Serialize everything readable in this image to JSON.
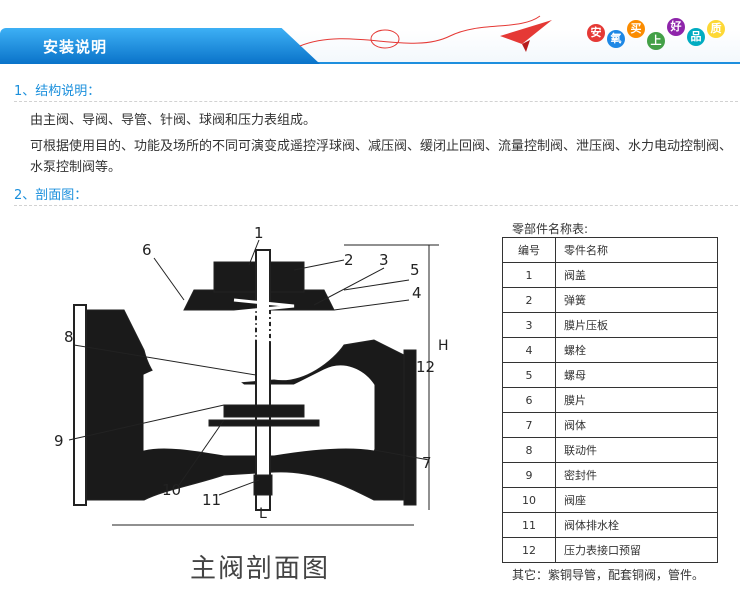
{
  "banner": {
    "title": "安装说明",
    "slogan": [
      "安",
      "氧",
      "买",
      "上",
      "好",
      "品",
      "质"
    ],
    "colors": [
      "#e53935",
      "#1e88e5",
      "#fb8c00",
      "#43a047",
      "#8e24aa",
      "#00acc1",
      "#fdd835"
    ]
  },
  "structure": {
    "heading": "1、结构说明：",
    "line1": "由主阀、导阀、导管、针阀、球阀和压力表组成。",
    "line2": "可根据使用目的、功能及场所的不同可演变成遥控浮球阀、减压阀、缓闭止回阀、流量控制阀、泄压阀、水力电动控制阀、",
    "line3": "水泵控制阀等。"
  },
  "section": {
    "heading": "2、剖面图："
  },
  "figure": {
    "caption": "主阀剖面图",
    "callouts": [
      "1",
      "2",
      "3",
      "4",
      "5",
      "6",
      "7",
      "8",
      "9",
      "10",
      "11",
      "12"
    ],
    "dim_h": "H",
    "dim_l": "L"
  },
  "parts": {
    "title": "零部件名称表:",
    "header": {
      "no": "编号",
      "name": "零件名称"
    },
    "rows": [
      {
        "no": "1",
        "name": "阀盖"
      },
      {
        "no": "2",
        "name": "弹簧"
      },
      {
        "no": "3",
        "name": "膜片压板"
      },
      {
        "no": "4",
        "name": "螺栓"
      },
      {
        "no": "5",
        "name": "螺母"
      },
      {
        "no": "6",
        "name": "膜片"
      },
      {
        "no": "7",
        "name": "阀体"
      },
      {
        "no": "8",
        "name": "联动件"
      },
      {
        "no": "9",
        "name": "密封件"
      },
      {
        "no": "10",
        "name": "阀座"
      },
      {
        "no": "11",
        "name": "阀体排水栓"
      },
      {
        "no": "12",
        "name": "压力表接口预留"
      }
    ],
    "note": "其它：紫铜导管，配套铜阀，管件。"
  }
}
